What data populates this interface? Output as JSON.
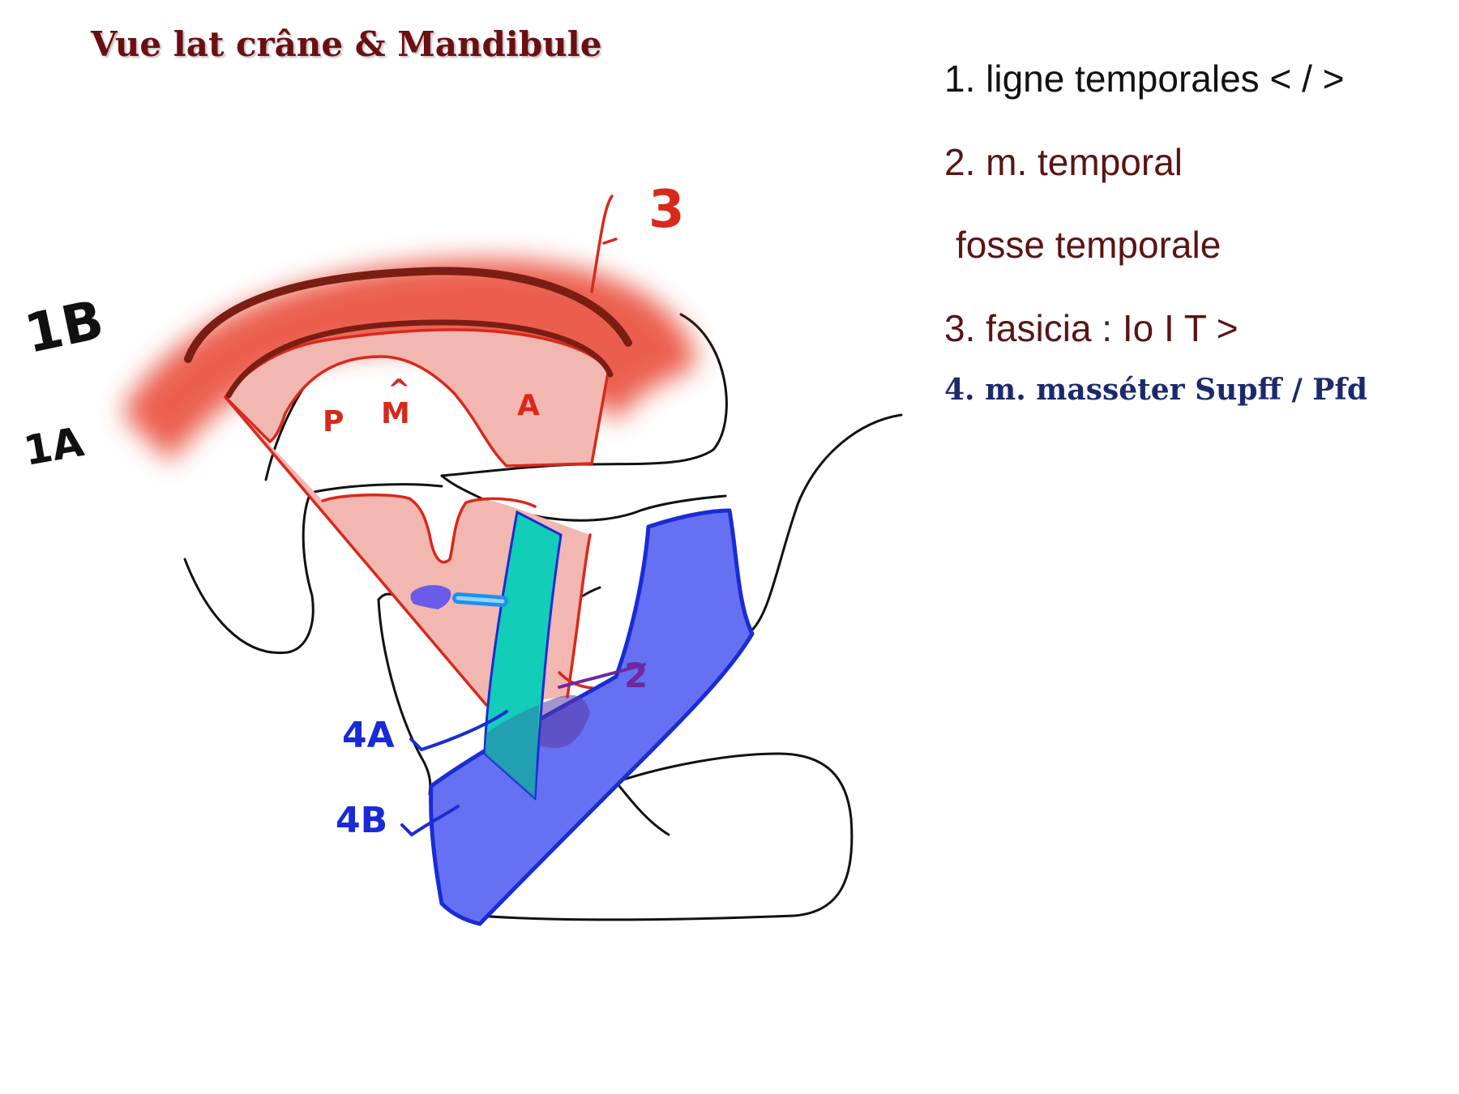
{
  "title": "Vue lat crâne & Mandibule",
  "legend": {
    "item1": "1. ligne temporales < / >",
    "item2": "2. m. temporal",
    "item2b": "fosse temporale",
    "item3": "3. fasicia : Io I T >",
    "item4": "4. m. masséter Supff / Pfd"
  },
  "labels": {
    "l1B": "1B",
    "l1A": "1A",
    "l3": "3",
    "lP": "P",
    "lM": "M",
    "lMhat": "^",
    "lA": "A",
    "l2": "2",
    "l4A": "4A",
    "l4B": "4B"
  },
  "colors": {
    "temporal_glow": "#e8432e",
    "temporal_fill": "#f2b7b0",
    "temporal_line": "#d9281c",
    "temporal_lines": "#7a1e14",
    "masseter_superficial": "#6670f2",
    "masseter_edge": "#1a2bd6",
    "masseter_deep": "#12cdb8",
    "outline": "#111111"
  }
}
